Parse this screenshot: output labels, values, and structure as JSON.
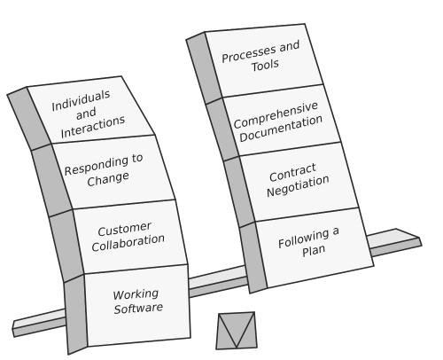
{
  "colors": {
    "ink": "#2a2a2a",
    "front_face": "#f7f7f7",
    "top_face": "#e8e8e8",
    "side_face": "#bdbdbd",
    "background": "#ffffff"
  },
  "left_stack": {
    "blocks": [
      {
        "lines": [
          "Individuals",
          "and",
          "Interactions"
        ]
      },
      {
        "lines": [
          "Responding to",
          "Change"
        ]
      },
      {
        "lines": [
          "Customer",
          "Collaboration"
        ]
      },
      {
        "lines": [
          "Working",
          "Software"
        ]
      }
    ]
  },
  "right_stack": {
    "blocks": [
      {
        "lines": [
          "Processes and",
          "Tools"
        ]
      },
      {
        "lines": [
          "Comprehensive",
          "Documentation"
        ]
      },
      {
        "lines": [
          "Contract",
          "Negotiation"
        ]
      },
      {
        "lines": [
          "Following a",
          "Plan"
        ]
      }
    ]
  }
}
